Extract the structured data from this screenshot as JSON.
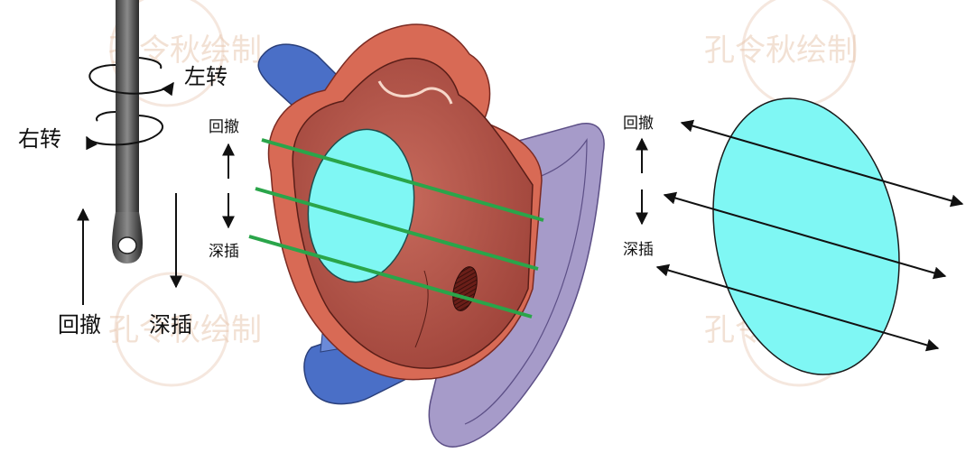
{
  "watermark": {
    "text": "孔令秋绘制",
    "color": "#e7c3a8"
  },
  "probe": {
    "rotate_left_label": "左转",
    "rotate_right_label": "右转",
    "withdraw_label": "回撤",
    "insert_label": "深插"
  },
  "heart_section": {
    "withdraw_label": "回撤",
    "insert_label": "深插",
    "plane_color": "#2aa54a",
    "valve_color": "#7ff7f4"
  },
  "valve_view": {
    "withdraw_label": "回撤",
    "insert_label": "深插",
    "valve_color": "#7ff7f4"
  },
  "colors": {
    "vessel_blue": "#4a6fc7",
    "myocardium": "#b8554a",
    "atrium_outer": "#d86a55",
    "ventricle_lilac": "#a69bc9"
  }
}
